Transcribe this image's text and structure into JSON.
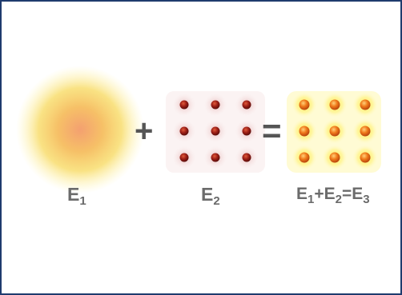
{
  "labels": {
    "e1": {
      "base": "E",
      "sub": "1"
    },
    "e2": {
      "base": "E",
      "sub": "2"
    },
    "sum": {
      "t1": "E",
      "s1": "1",
      "plus": "+",
      "t2": "E",
      "s2": "2",
      "eq": "=",
      "t3": "E",
      "s3": "3"
    }
  },
  "operators": {
    "plus": "+",
    "equals": "="
  },
  "colors": {
    "frame": "#1f3b6e",
    "glow_core": "#f4a070",
    "glow_mid": "#f7d86a",
    "dot_dark": "#7a1410",
    "dot_bright": "#f07a1a",
    "dot_glow": "#ffe35a",
    "label": "#6b6b6b"
  }
}
